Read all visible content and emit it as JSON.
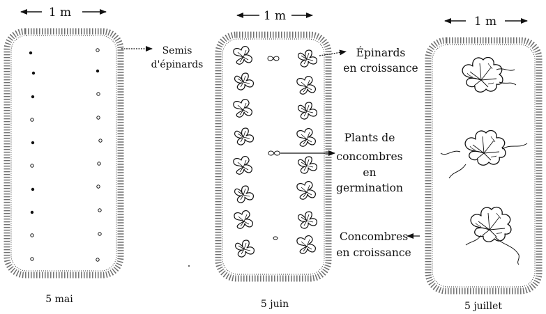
{
  "width_label": "1 m",
  "panels": [
    {
      "date": "5 mai"
    },
    {
      "date": "5 juin"
    },
    {
      "date": "5 juillet"
    }
  ],
  "annotations": {
    "semis": [
      "Semis",
      "d'épinards"
    ],
    "epinards": [
      "Épinards",
      "en croissance"
    ],
    "plants": [
      "Plants de",
      "concombres",
      "en",
      "germination"
    ],
    "concombres": [
      "Concombres",
      "en croissance"
    ]
  },
  "colors": {
    "ink": "#111111",
    "stipple": "#555555",
    "background": "#ffffff"
  }
}
